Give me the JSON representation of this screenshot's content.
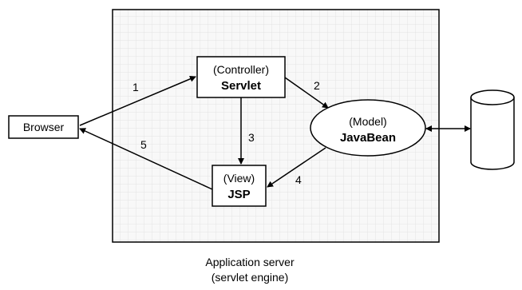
{
  "diagram": {
    "server_caption_line1": "Application server",
    "server_caption_line2": "(servlet engine)",
    "browser_label": "Browser",
    "controller": {
      "role": "(Controller)",
      "name": "Servlet"
    },
    "model": {
      "role": "(Model)",
      "name": "JavaBean"
    },
    "view": {
      "role": "(View)",
      "name": "JSP"
    },
    "steps": [
      "1",
      "2",
      "3",
      "4",
      "5"
    ]
  },
  "colors": {
    "stroke": "#000000",
    "server_fill": "#f8f8f8",
    "grid_line": "#e3e3e3",
    "db_fill": "#ffffff"
  },
  "icons": {
    "database": "database-cylinder-icon"
  }
}
